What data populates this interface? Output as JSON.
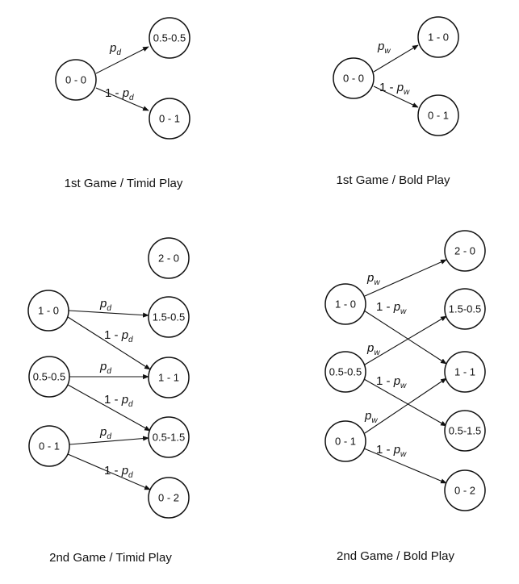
{
  "captions": {
    "timid_1": "1st Game / Timid Play",
    "bold_1": "1st Game / Bold Play",
    "timid_2": "2nd Game / Timid Play",
    "bold_2": "2nd Game / Bold Play"
  },
  "labels": {
    "p": "p",
    "one_minus": "1 - ",
    "d": "d",
    "w": "w"
  },
  "nodes": {
    "g1t_start": "0 - 0",
    "g1t_draw": "0.5-0.5",
    "g1t_loss": "0 - 1",
    "g1b_start": "0 - 0",
    "g1b_win": "1 - 0",
    "g1b_loss": "0 - 1",
    "g2t_10": "1 - 0",
    "g2t_0505": "0.5-0.5",
    "g2t_01": "0 - 1",
    "g2t_20": "2 - 0",
    "g2t_1505": "1.5-0.5",
    "g2t_11": "1 - 1",
    "g2t_0515": "0.5-1.5",
    "g2t_02": "0 - 2",
    "g2b_10": "1 - 0",
    "g2b_0505": "0.5-0.5",
    "g2b_01": "0 - 1",
    "g2b_20": "2 - 0",
    "g2b_1505": "1.5-0.5",
    "g2b_11": "1 - 1",
    "g2b_0515": "0.5-1.5",
    "g2b_02": "0 - 2"
  },
  "colors": {
    "stroke": "#111111",
    "background": "#ffffff"
  }
}
